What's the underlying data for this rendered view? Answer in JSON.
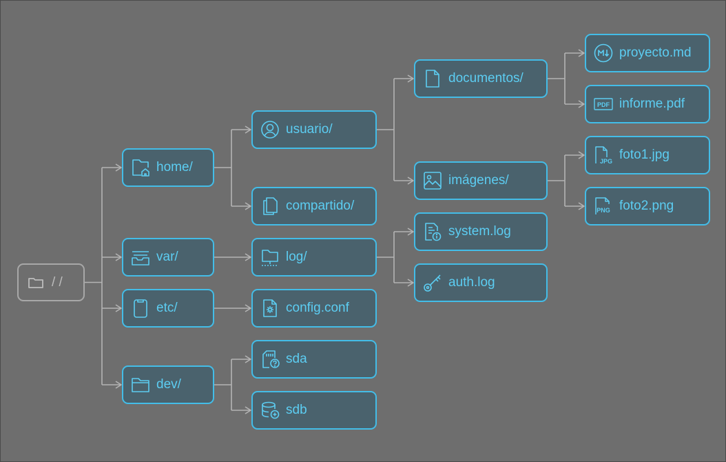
{
  "root": {
    "label": "/ /",
    "icon": "folder-icon"
  },
  "nodes": {
    "home": {
      "label": "home/",
      "icon": "home-folder-icon"
    },
    "var": {
      "label": "var/",
      "icon": "inbox-tray-icon"
    },
    "etc": {
      "label": "etc/",
      "icon": "clipboard-icon"
    },
    "dev": {
      "label": "dev/",
      "icon": "folder-icon"
    },
    "usuario": {
      "label": "usuario/",
      "icon": "user-circle-icon"
    },
    "compartido": {
      "label": "compartido/",
      "icon": "copy-files-icon"
    },
    "log": {
      "label": "log/",
      "icon": "network-folder-icon"
    },
    "config": {
      "label": "config.conf",
      "icon": "settings-file-icon"
    },
    "sda": {
      "label": "sda",
      "icon": "sd-card-question-icon"
    },
    "sdb": {
      "label": "sdb",
      "icon": "database-plus-icon"
    },
    "documentos": {
      "label": "documentos/",
      "icon": "file-icon"
    },
    "imagenes": {
      "label": "imágenes/",
      "icon": "image-icon"
    },
    "system": {
      "label": "system.log",
      "icon": "file-info-icon"
    },
    "auth": {
      "label": "auth.log",
      "icon": "key-icon"
    },
    "proyecto": {
      "label": "proyecto.md",
      "icon": "markdown-icon"
    },
    "informe": {
      "label": "informe.pdf",
      "icon": "pdf-icon"
    },
    "foto1": {
      "label": "foto1.jpg",
      "icon": "jpg-file-icon"
    },
    "foto2": {
      "label": "foto2.png",
      "icon": "png-file-icon"
    }
  },
  "colors": {
    "node_border": "#43bde8",
    "node_fill": "#4a626d",
    "node_text": "#5ccdf2",
    "root_border": "#a8a8a8",
    "edge": "#b4b4b4",
    "background": "#6e6e6e"
  }
}
